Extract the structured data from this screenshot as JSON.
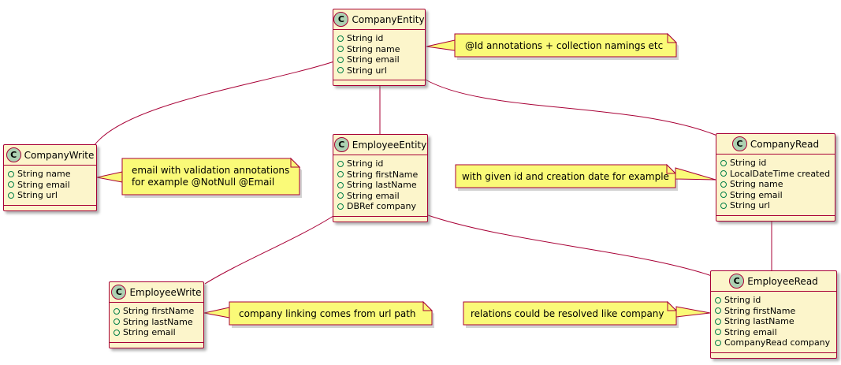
{
  "diagram": {
    "type": "uml-class-diagram",
    "icon_letter": "C",
    "classes": [
      {
        "name": "CompanyEntity",
        "fields": [
          "String id",
          "String name",
          "String email",
          "String url"
        ]
      },
      {
        "name": "CompanyWrite",
        "fields": [
          "String name",
          "String email",
          "String url"
        ]
      },
      {
        "name": "EmployeeEntity",
        "fields": [
          "String id",
          "String firstName",
          "String lastName",
          "String email",
          "DBRef company"
        ]
      },
      {
        "name": "CompanyRead",
        "fields": [
          "String id",
          "LocalDateTime created",
          "String name",
          "String email",
          "String url"
        ]
      },
      {
        "name": "EmployeeWrite",
        "fields": [
          "String firstName",
          "String lastName",
          "String email"
        ]
      },
      {
        "name": "EmployeeRead",
        "fields": [
          "String id",
          "String firstName",
          "String lastName",
          "String email",
          "CompanyRead company"
        ]
      }
    ],
    "notes": [
      {
        "text": "@Id annotations + collection namings etc",
        "attached_to": "CompanyEntity"
      },
      {
        "lines": [
          "email with validation annotations",
          "for example @NotNull @Email"
        ],
        "attached_to": "CompanyWrite"
      },
      {
        "text": "with given id and creation date for example",
        "attached_to": "CompanyRead"
      },
      {
        "text": "company linking comes from url path",
        "attached_to": "EmployeeWrite"
      },
      {
        "text": "relations could be resolved like company",
        "attached_to": "EmployeeRead"
      }
    ],
    "relations": [
      {
        "from": "CompanyEntity",
        "to": "CompanyWrite"
      },
      {
        "from": "CompanyEntity",
        "to": "EmployeeEntity"
      },
      {
        "from": "CompanyEntity",
        "to": "CompanyRead"
      },
      {
        "from": "EmployeeEntity",
        "to": "EmployeeWrite"
      },
      {
        "from": "EmployeeEntity",
        "to": "EmployeeRead"
      },
      {
        "from": "CompanyRead",
        "to": "EmployeeRead"
      }
    ],
    "colors": {
      "class_bg": "#FCF5CB",
      "note_bg": "#FAFA78",
      "border": "#A80036",
      "class_icon_bg": "#ADD1B2",
      "field_icon": "#038048"
    }
  }
}
